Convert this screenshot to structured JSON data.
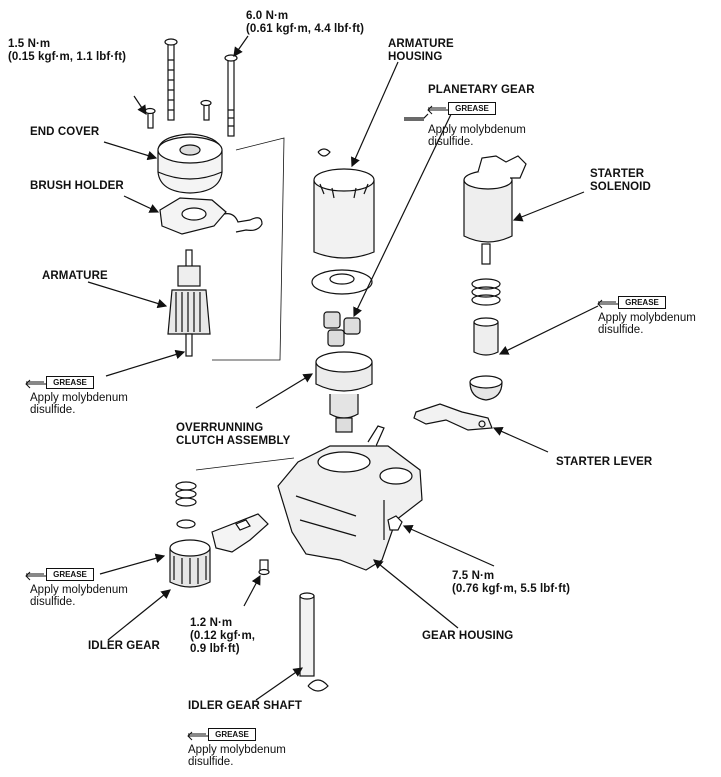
{
  "labels": {
    "torque_end_cover": "1.5 N·m",
    "torque_end_cover_sub": "(0.15 kgf·m, 1.1 lbf·ft)",
    "torque_through_bolt": "6.0 N·m",
    "torque_through_bolt_sub": "(0.61 kgf·m, 4.4 lbf·ft)",
    "end_cover": "END COVER",
    "brush_holder": "BRUSH HOLDER",
    "armature": "ARMATURE",
    "armature_housing_1": "ARMATURE",
    "armature_housing_2": "HOUSING",
    "planetary_gear": "PLANETARY GEAR",
    "starter_solenoid_1": "STARTER",
    "starter_solenoid_2": "SOLENOID",
    "overrunning_clutch_1": "OVERRUNNING",
    "overrunning_clutch_2": "CLUTCH ASSEMBLY",
    "starter_lever": "STARTER LEVER",
    "torque_housing_nut": "7.5 N·m",
    "torque_housing_nut_sub": "(0.76 kgf·m, 5.5 lbf·ft)",
    "torque_idler_bolt": "1.2 N·m",
    "torque_idler_bolt_sub1": "(0.12 kgf·m,",
    "torque_idler_bolt_sub2": "0.9 lbf·ft)",
    "idler_gear": "IDLER GEAR",
    "gear_housing": "GEAR HOUSING",
    "idler_gear_shaft": "IDLER GEAR SHAFT"
  },
  "grease_notes": [
    {
      "tag": "GREASE",
      "line1": "Apply molybdenum",
      "line2": "disulfide."
    },
    {
      "tag": "GREASE",
      "line1": "Apply molybdenum",
      "line2": "disulfide."
    },
    {
      "tag": "GREASE",
      "line1": "Apply molybdenum",
      "line2": "disulfide."
    },
    {
      "tag": "GREASE",
      "line1": "Apply molybdenum",
      "line2": "disulfide."
    },
    {
      "tag": "GREASE",
      "line1": "Apply molybdenum",
      "line2": "disulfide."
    }
  ]
}
